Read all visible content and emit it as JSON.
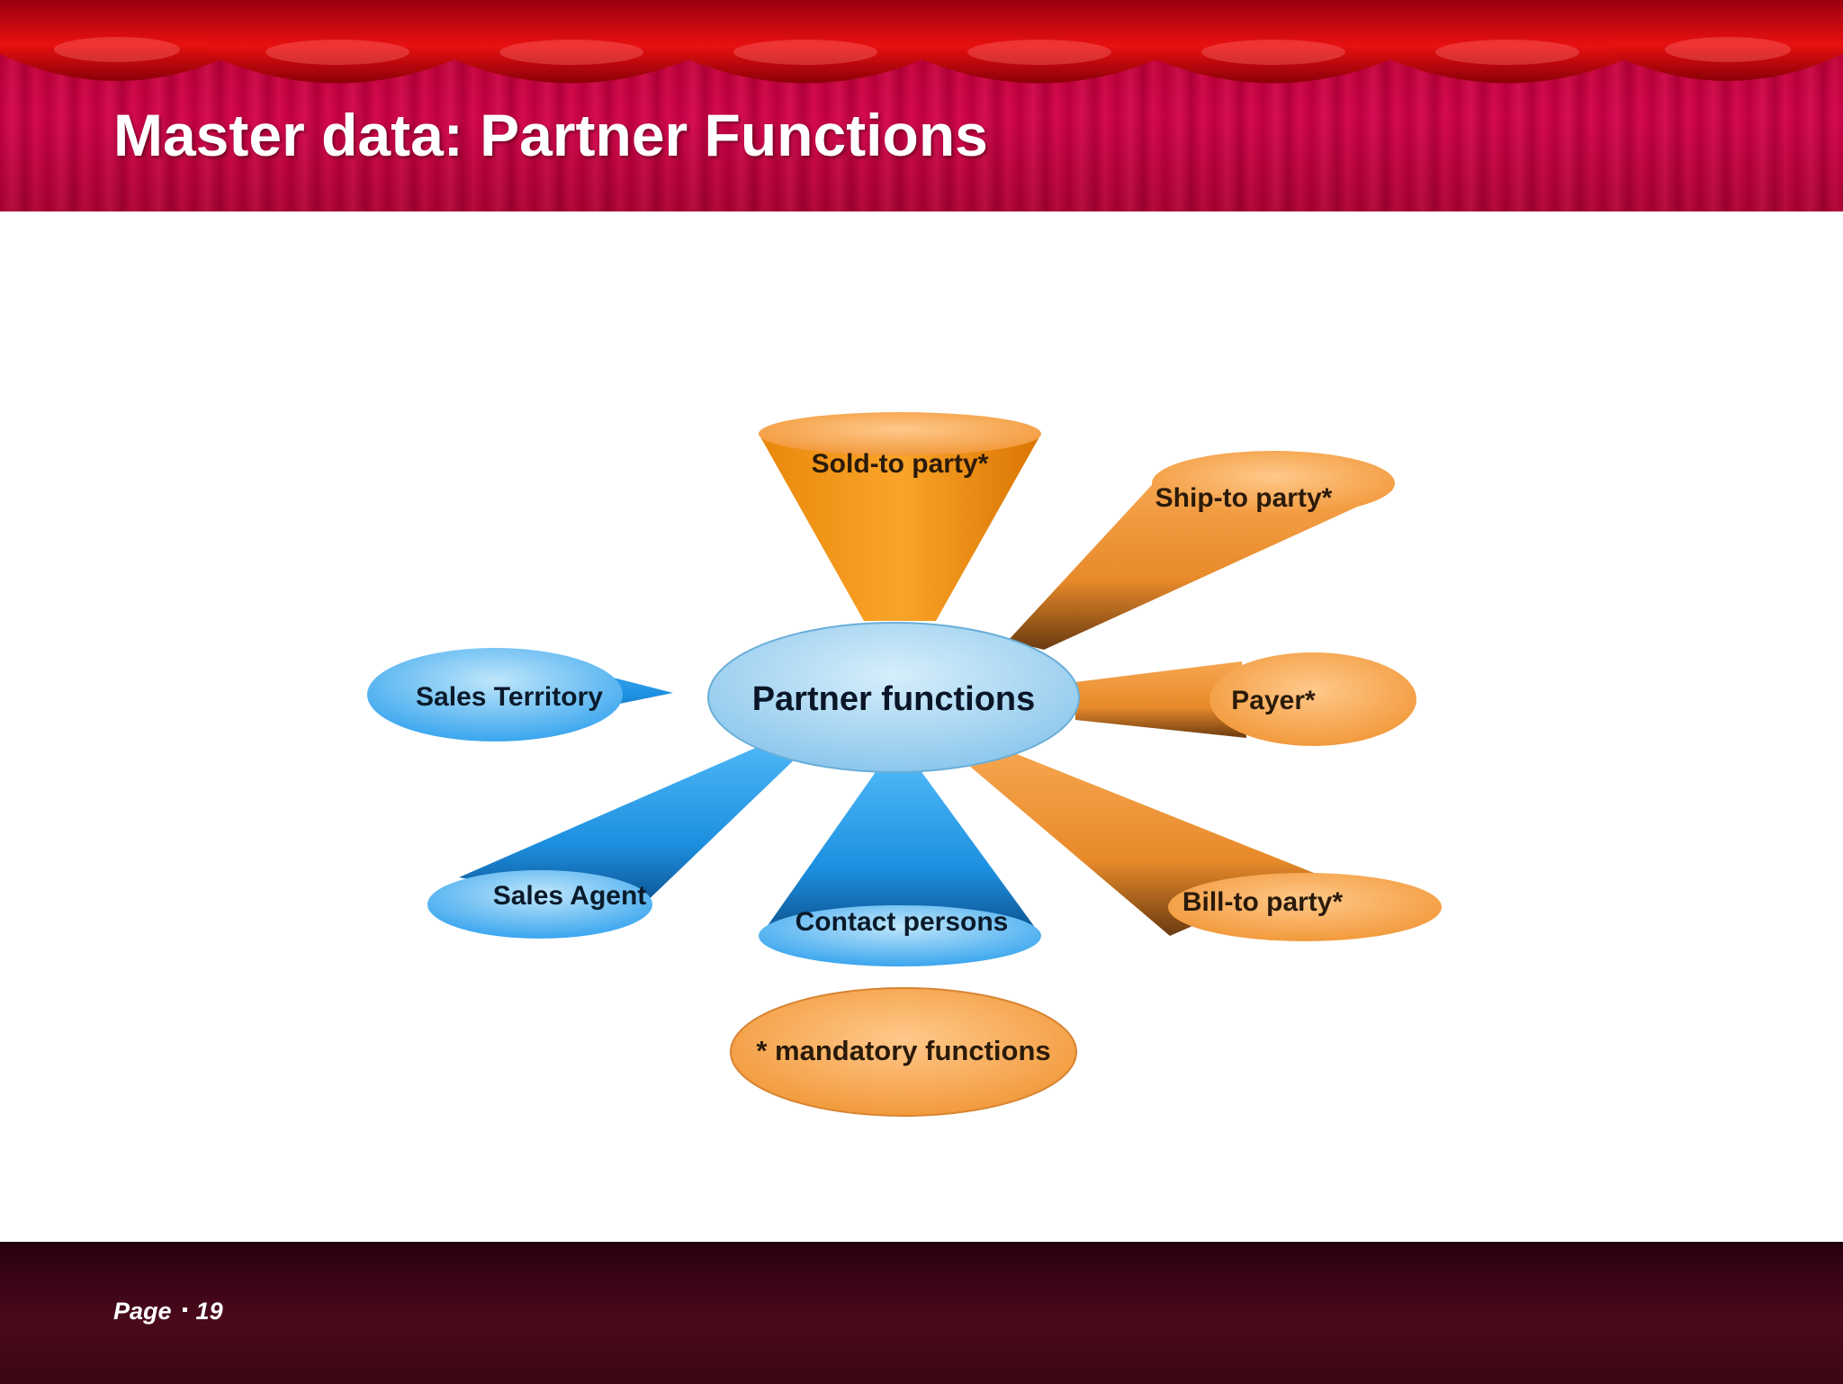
{
  "slide": {
    "title": "Master data: Partner Functions",
    "page_label": "Page",
    "page_number": "19"
  },
  "diagram": {
    "center": "Partner functions",
    "nodes": [
      {
        "label": "Sold-to party*",
        "color": "orange"
      },
      {
        "label": "Ship-to party*",
        "color": "orange"
      },
      {
        "label": "Payer*",
        "color": "orange"
      },
      {
        "label": "Bill-to party*",
        "color": "orange"
      },
      {
        "label": "Contact persons",
        "color": "blue"
      },
      {
        "label": "Sales Agent",
        "color": "blue"
      },
      {
        "label": "Sales Territory",
        "color": "blue"
      }
    ],
    "legend": "* mandatory functions"
  },
  "colors": {
    "header": "#c8003c",
    "footer": "#3a0614",
    "orange": "#f7a043",
    "blue": "#2e9ee8",
    "center": "#9fd4f2"
  }
}
